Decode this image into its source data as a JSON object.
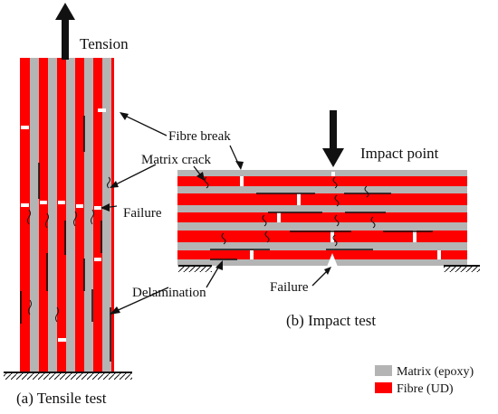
{
  "labels": {
    "tension": "Tension",
    "fibre_break": "Fibre break",
    "matrix_crack": "Matrix crack",
    "failure_tensile": "Failure",
    "delamination": "Delamination",
    "tensile_test": "(a) Tensile test",
    "impact_point": "Impact point",
    "failure_impact": "Failure",
    "impact_test": "(b) Impact test"
  },
  "legend": [
    {
      "label": "Matrix (epoxy)",
      "color": "#b4b4b4"
    },
    {
      "label": "Fibre (UD)",
      "color": "#ff0000"
    }
  ],
  "colors": {
    "fibre": "#ff0000",
    "matrix": "#b4b4b4",
    "line": "#111111"
  }
}
